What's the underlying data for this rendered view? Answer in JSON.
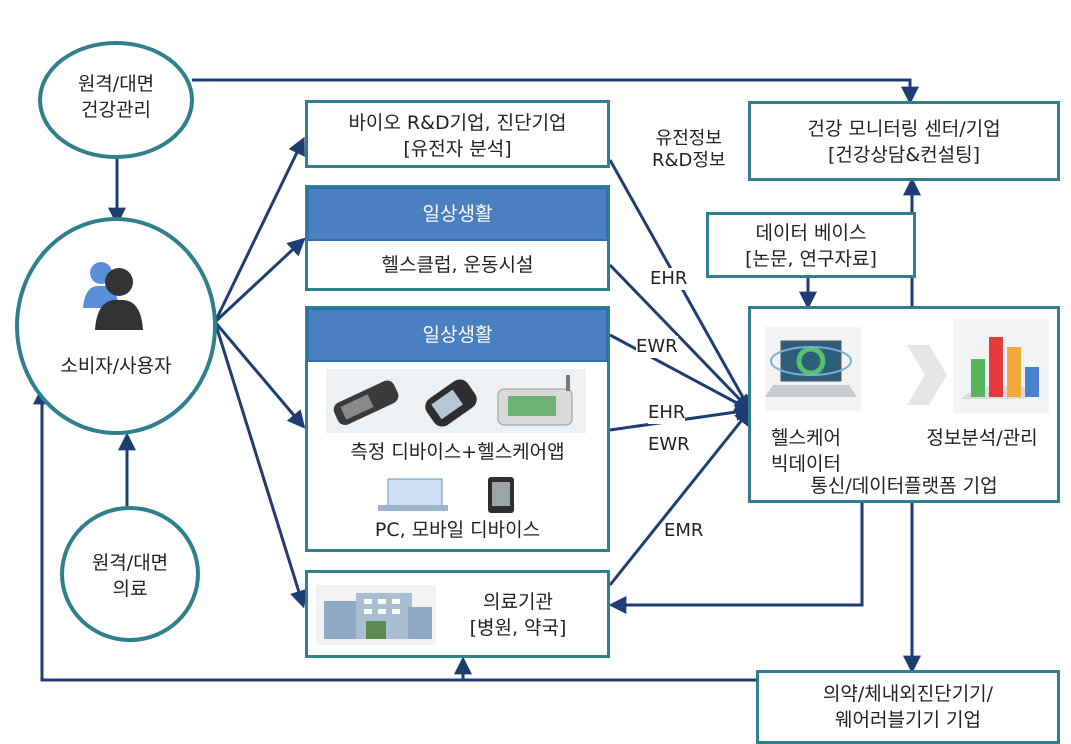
{
  "circles": {
    "remote_health": [
      "원격/대면",
      "건강관리"
    ],
    "consumer": "소비자/사용자",
    "remote_medical": [
      "원격/대면",
      "의료"
    ]
  },
  "boxes": {
    "bio": [
      "바이오 R&D기업, 진단기업",
      "[유전자 분석]"
    ],
    "daily1_title": "일상생활",
    "daily1_body": "헬스클럽, 운동시설",
    "daily2_title": "일상생활",
    "daily2_device": "측정 디바이스+헬스케어앱",
    "daily2_pc": "PC, 모바일 디바이스",
    "hospital": [
      "의료기관",
      "[병원, 약국]"
    ],
    "monitoring": [
      "건강 모니터링 센터/기업",
      "[건강상담&컨설팅]"
    ],
    "database": [
      "데이터 베이스",
      "[논문, 연구자료]"
    ],
    "platform_left": [
      "헬스케어",
      "빅데이터"
    ],
    "platform_right": "정보분석/관리",
    "platform_bottom": "통신/데이터플랫폼 기업",
    "pharma": [
      "의약/체내외진단기기/",
      "웨어러블기기 기업"
    ]
  },
  "edge_labels": {
    "genetic": [
      "유전정보",
      "R&D정보"
    ],
    "ehr1": "EHR",
    "ewr1": "EWR",
    "ehr2": "EHR",
    "ewr2": "EWR",
    "emr": "EMR"
  },
  "icons": [
    "users-icon",
    "smart-devices-icon",
    "pc-mobile-icon",
    "hospital-building-icon",
    "laptop-icon",
    "arrow-icon",
    "bar-chart-icon"
  ],
  "colors": {
    "border": "#2f7f8d",
    "band": "#4a7fc1",
    "arrow": "#1f3d73"
  }
}
